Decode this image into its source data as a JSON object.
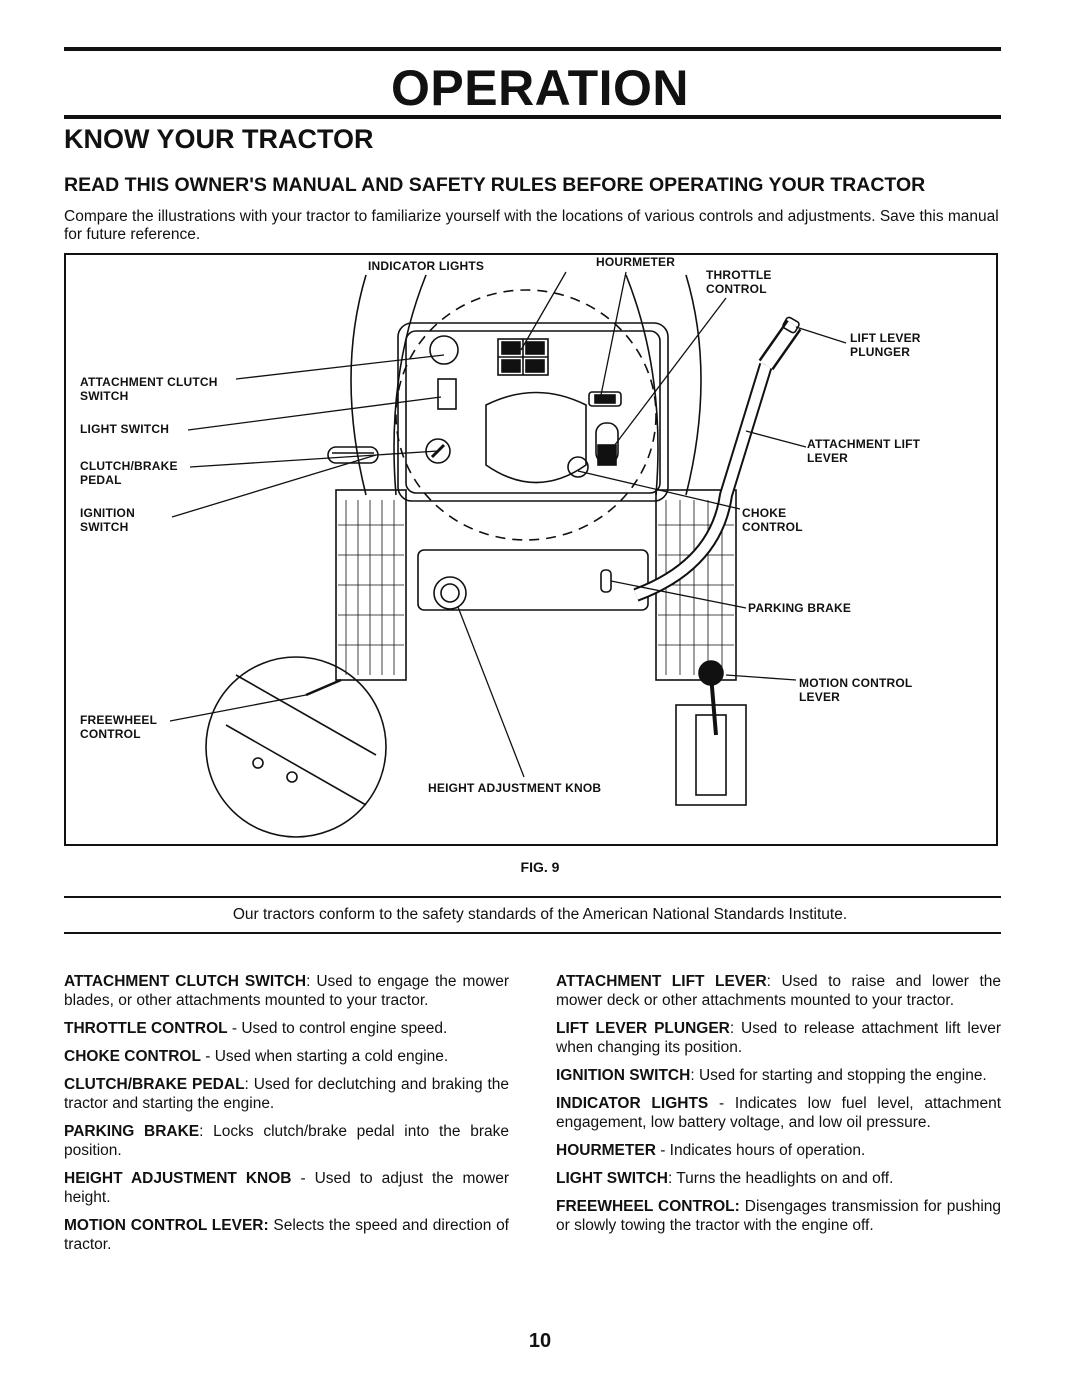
{
  "header": {
    "title": "OPERATION"
  },
  "section": {
    "title": "KNOW YOUR TRACTOR",
    "subtitle": "READ THIS OWNER'S MANUAL AND SAFETY RULES BEFORE OPERATING YOUR TRACTOR",
    "intro": "Compare the illustrations with your tractor to familiarize yourself with the locations of various controls and adjustments. Save this manual for future reference."
  },
  "figure": {
    "caption": "FIG. 9",
    "labels": {
      "indicator_lights": "INDICATOR LIGHTS",
      "hourmeter": "HOURMETER",
      "throttle_1": "THROTTLE",
      "throttle_2": "CONTROL",
      "lift_plunger_1": "LIFT LEVER",
      "lift_plunger_2": "PLUNGER",
      "att_clutch_1": "ATTACHMENT CLUTCH",
      "att_clutch_2": "SWITCH",
      "light_switch": "LIGHT SWITCH",
      "att_lift_1": "ATTACHMENT LIFT",
      "att_lift_2": "LEVER",
      "clutch_brake_1": "CLUTCH/BRAKE",
      "clutch_brake_2": "PEDAL",
      "ignition_1": "IGNITION",
      "ignition_2": "SWITCH",
      "choke_1": "CHOKE",
      "choke_2": "CONTROL",
      "parking_brake": "PARKING BRAKE",
      "motion_1": "MOTION CONTROL",
      "motion_2": "LEVER",
      "freewheel_1": "FREEWHEEL",
      "freewheel_2": "CONTROL",
      "height_knob": "HEIGHT ADJUSTMENT KNOB"
    }
  },
  "ansi_note": "Our tractors conform to the safety standards of the American National Standards Institute.",
  "left_column": [
    {
      "term": "ATTACHMENT CLUTCH SWITCH",
      "text": ":  Used to engage the mower blades, or other attachments mounted to your tractor."
    },
    {
      "term": "THROTTLE CONTROL",
      "text": " -  Used to control engine speed."
    },
    {
      "term": "CHOKE CONTROL",
      "text": " - Used when starting a cold engine."
    },
    {
      "term": "CLUTCH/BRAKE PEDAL",
      "text": ": Used for declutching and braking the tractor and starting the engine."
    },
    {
      "term": "PARKING BRAKE",
      "text": ": Locks clutch/brake pedal into the brake position."
    },
    {
      "term": "HEIGHT ADJUSTMENT KNOB",
      "text": " - Used to adjust the mower height."
    },
    {
      "term": "MOTION CONTROL LEVER:",
      "text": "  Selects the speed and direction of tractor."
    }
  ],
  "right_column": [
    {
      "term": "ATTACHMENT LIFT LEVER",
      "text": ":  Used to raise and lower the mower deck or other attachments mounted to your tractor."
    },
    {
      "term": "LIFT LEVER PLUNGER",
      "text": ":  Used to release attachment lift lever when changing its position."
    },
    {
      "term": "IGNITION SWITCH",
      "text": ":  Used for starting and stopping the engine."
    },
    {
      "term": "INDICATOR LIGHTS",
      "text": " - Indicates low fuel level, attachment engagement, low battery voltage, and low oil pressure."
    },
    {
      "term": "HOURMETER",
      "text": " - Indicates hours of operation."
    },
    {
      "term": "LIGHT SWITCH",
      "text": ":  Turns the headlights on and off."
    },
    {
      "term": "FREEWHEEL CONTROL:",
      "text": "  Disengages transmission for pushing or slowly towing the tractor with the engine off."
    }
  ],
  "page_number": "10"
}
